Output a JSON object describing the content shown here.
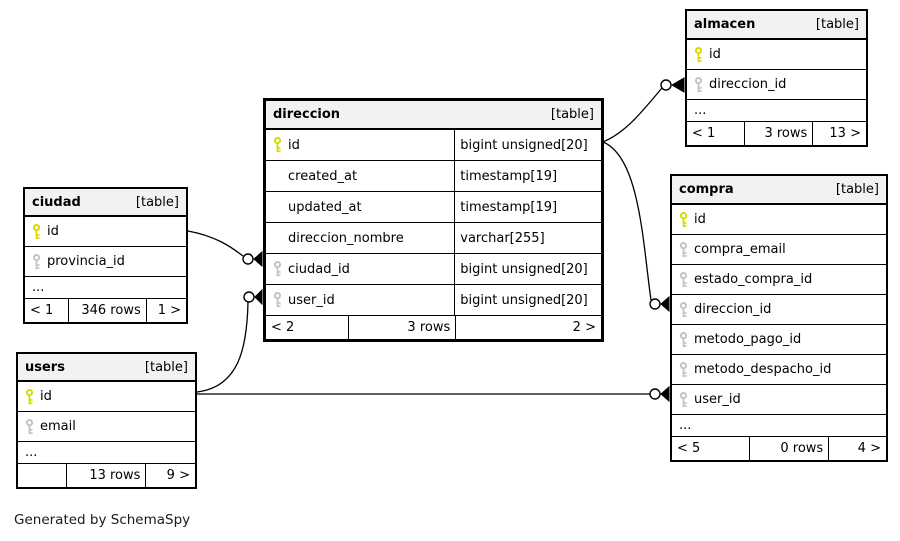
{
  "diagram": {
    "generated_by": "Generated by SchemaSpy",
    "colors": {
      "primary_key": "#d9d900",
      "foreign_key": "#c3c3c3",
      "border": "#000000",
      "header_bg": "#f2f2f2"
    }
  },
  "tables": {
    "almacen": {
      "name": "almacen",
      "badge": "[table]",
      "columns": [
        {
          "name": "id",
          "key": "primary"
        },
        {
          "name": "direccion_id",
          "key": "foreign"
        }
      ],
      "ellipsis": "...",
      "footer": {
        "parents": "< 1",
        "rows": "3 rows",
        "children": "13 >"
      }
    },
    "direccion": {
      "name": "direccion",
      "badge": "[table]",
      "columns": [
        {
          "name": "id",
          "type": "bigint unsigned[20]",
          "key": "primary"
        },
        {
          "name": "created_at",
          "type": "timestamp[19]",
          "key": null
        },
        {
          "name": "updated_at",
          "type": "timestamp[19]",
          "key": null
        },
        {
          "name": "direccion_nombre",
          "type": "varchar[255]",
          "key": null
        },
        {
          "name": "ciudad_id",
          "type": "bigint unsigned[20]",
          "key": "foreign"
        },
        {
          "name": "user_id",
          "type": "bigint unsigned[20]",
          "key": "foreign"
        }
      ],
      "footer": {
        "parents": "< 2",
        "rows": "3 rows",
        "children": "2 >"
      }
    },
    "ciudad": {
      "name": "ciudad",
      "badge": "[table]",
      "columns": [
        {
          "name": "id",
          "key": "primary"
        },
        {
          "name": "provincia_id",
          "key": "foreign"
        }
      ],
      "ellipsis": "...",
      "footer": {
        "parents": "< 1",
        "rows": "346 rows",
        "children": "1 >"
      }
    },
    "users": {
      "name": "users",
      "badge": "[table]",
      "columns": [
        {
          "name": "id",
          "key": "primary"
        },
        {
          "name": "email",
          "key": "foreign"
        }
      ],
      "ellipsis": "...",
      "footer": {
        "parents": "",
        "rows": "13 rows",
        "children": "9 >"
      }
    },
    "compra": {
      "name": "compra",
      "badge": "[table]",
      "columns": [
        {
          "name": "id",
          "key": "primary"
        },
        {
          "name": "compra_email",
          "key": "foreign"
        },
        {
          "name": "estado_compra_id",
          "key": "foreign"
        },
        {
          "name": "direccion_id",
          "key": "foreign"
        },
        {
          "name": "metodo_pago_id",
          "key": "foreign"
        },
        {
          "name": "metodo_despacho_id",
          "key": "foreign"
        },
        {
          "name": "user_id",
          "key": "foreign"
        }
      ],
      "ellipsis": "...",
      "footer": {
        "parents": "< 5",
        "rows": "0 rows",
        "children": "4 >"
      }
    }
  },
  "relationships": [
    {
      "from": "direccion.id",
      "to": "almacen.direccion_id"
    },
    {
      "from": "direccion.id",
      "to": "compra.direccion_id"
    },
    {
      "from": "ciudad.id",
      "to": "direccion.ciudad_id"
    },
    {
      "from": "users.id",
      "to": "direccion.user_id"
    },
    {
      "from": "users.id",
      "to": "compra.user_id"
    }
  ]
}
